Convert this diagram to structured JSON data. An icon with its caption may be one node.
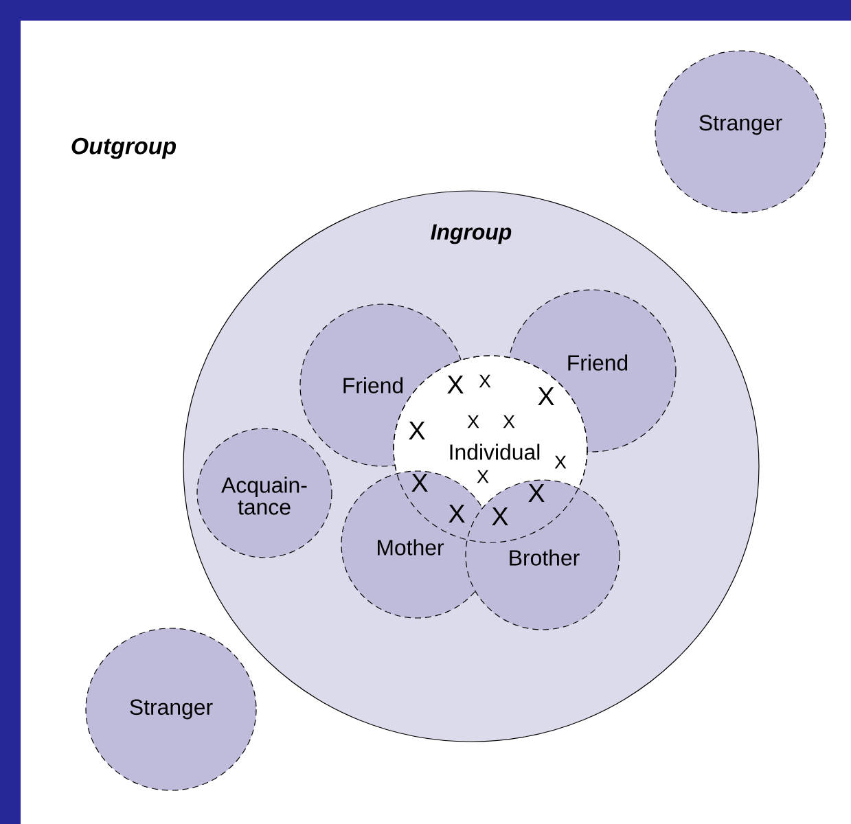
{
  "diagram": {
    "nodes": [
      {
        "text": [
          "Stranger"
        ]
      },
      {
        "text": [
          "Ingroup"
        ]
      },
      {
        "text": [
          "Friend"
        ],
        "in": 1
      },
      {
        "text": [
          "Friend"
        ],
        "in": 1
      },
      {
        "text": [
          "Acquain-tance"
        ],
        "in": 1
      },
      {
        "text": [
          "Individual"
        ],
        "in": 1
      },
      {
        "text": [
          "Mother"
        ],
        "in": 1
      },
      {
        "text": [
          "Brother"
        ],
        "in": 1
      },
      {
        "text": [
          "Stranger"
        ]
      }
    ],
    "labels": [
      "Outgroup",
      "X",
      "X",
      "X",
      "X",
      "X",
      "X",
      "X",
      "X",
      "X",
      "X",
      "X",
      "X"
    ]
  }
}
